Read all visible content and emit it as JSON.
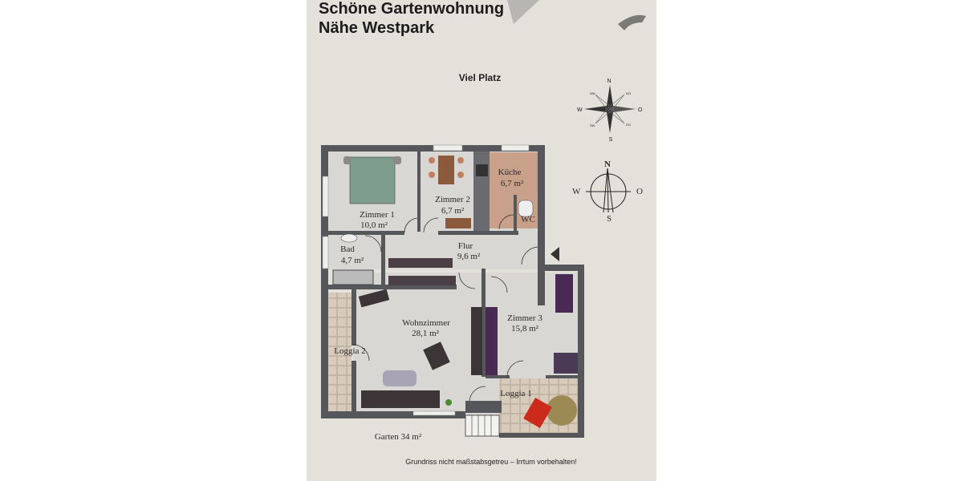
{
  "header": {
    "title_line1": "Schöne Gartenwohnung",
    "title_line2": "Nähe Westpark",
    "subtitle": "Viel Platz"
  },
  "compass_rose": {
    "n": "N",
    "ne": "NO",
    "e": "O",
    "se": "SO",
    "s": "S",
    "sw": "SW",
    "w": "W",
    "nw": "NW"
  },
  "compass_simple": {
    "n": "N",
    "e": "O",
    "s": "S",
    "w": "W"
  },
  "rooms": {
    "zimmer1": {
      "name": "Zimmer 1",
      "area": "10,0 m²"
    },
    "zimmer2": {
      "name": "Zimmer 2",
      "area": "6,7 m²"
    },
    "kueche": {
      "name": "Küche",
      "area": "6,7 m²"
    },
    "wc": {
      "name": "WC"
    },
    "bad": {
      "name": "Bad",
      "area": "4,7 m²"
    },
    "flur": {
      "name": "Flur",
      "area": "9,6 m²"
    },
    "wohnzimmer": {
      "name": "Wohnzimmer",
      "area": "28,1 m²"
    },
    "zimmer3": {
      "name": "Zimmer 3",
      "area": "15,8 m²"
    },
    "loggia2": {
      "name": "Loggia 2"
    },
    "loggia1": {
      "name": "Loggia 1"
    },
    "garten": {
      "name": "Garten 34 m²"
    }
  },
  "footer": {
    "disclaimer": "Grundriss nicht maßstabsgetreu – Irrtum vorbehalten!"
  },
  "colors": {
    "paper": "#e4e1db",
    "wall": "#56575b",
    "kitchen": "#c9a089",
    "tiles": "#cdbfae"
  }
}
